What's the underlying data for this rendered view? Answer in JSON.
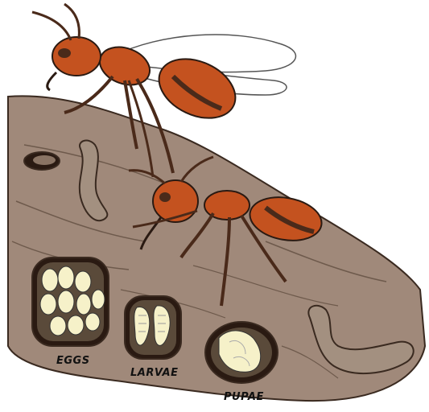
{
  "labels": {
    "eggs": "EGGS",
    "larvae": "LARVAE",
    "pupae": "PUPAE"
  },
  "colors": {
    "wood": "#a0897a",
    "wood_dark": "#6e5a4c",
    "ant_body": "#c4521f",
    "ant_dark": "#4a2a1a",
    "egg": "#f6f1c9",
    "wing": "#ffffff"
  },
  "icons": [
    "winged-queen-ant-icon",
    "worker-ant-icon",
    "egg-cluster-icon",
    "larvae-icon",
    "pupa-icon",
    "empty-tunnel-icon"
  ]
}
